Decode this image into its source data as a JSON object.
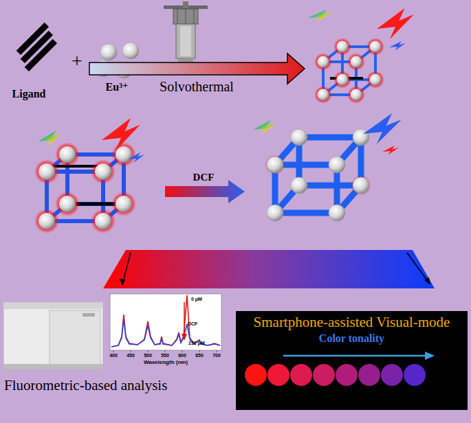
{
  "diagram": {
    "nodes": [
      {
        "text": [
          "Smartphone-assisted Visual-mode",
          "Color tonality"
        ]
      }
    ],
    "labels": [
      "Ligand",
      "+",
      "Eu³⁺",
      "Solvothermal",
      "DCF",
      "0 μM",
      "DCF",
      "231 μM",
      "400",
      "450",
      "500",
      "550",
      "600",
      "650",
      "700",
      "Wavelength (nm)",
      "Fluorometric-based analysis"
    ]
  }
}
